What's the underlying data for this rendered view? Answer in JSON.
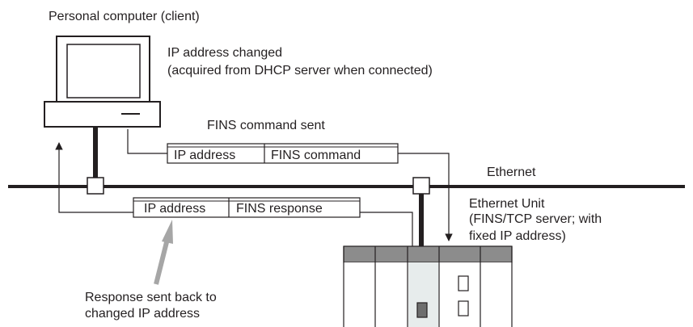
{
  "labels": {
    "pc_title": "Personal computer (client)",
    "ip_changed_1": "IP address changed",
    "ip_changed_2": "(acquired from DHCP server when connected)",
    "fins_command_sent": "FINS command sent",
    "ethernet": "Ethernet",
    "eth_unit_1": "Ethernet Unit",
    "eth_unit_2": "(FINS/TCP server; with",
    "eth_unit_3": "fixed IP address)",
    "response_1": "Response sent back to",
    "response_2": "changed IP address"
  },
  "command_frame": {
    "field1": "IP address",
    "field2": "FINS command"
  },
  "response_frame": {
    "field1": "IP address",
    "field2": "FINS response"
  },
  "colors": {
    "line": "#231f20",
    "plc_top": "#8c8c8c",
    "pointer_arrow": "#a6a6a6"
  }
}
